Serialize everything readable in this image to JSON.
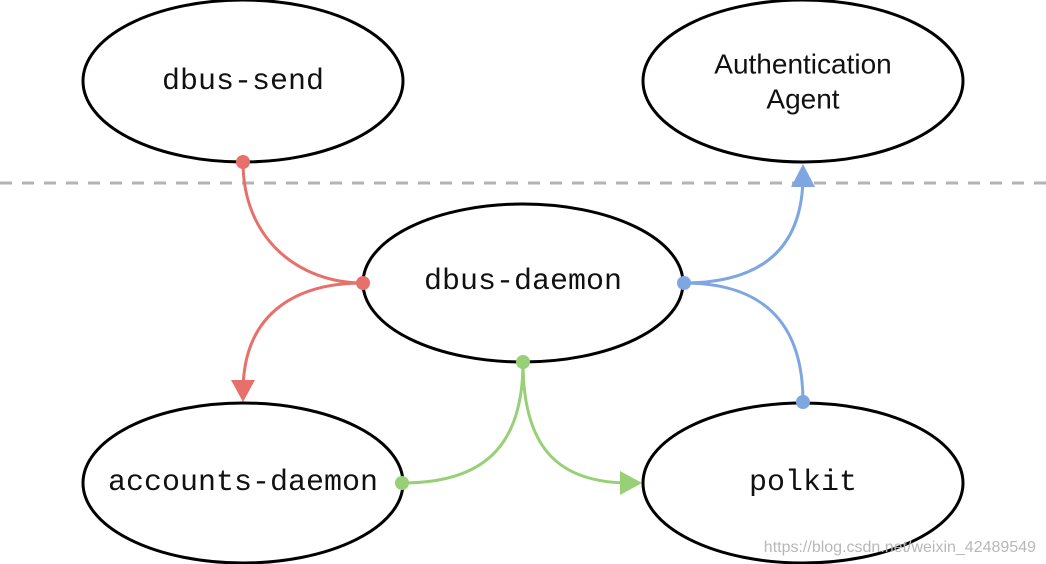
{
  "nodes": {
    "dbus_send": "dbus-send",
    "auth_agent_line1": "Authentication",
    "auth_agent_line2": "Agent",
    "dbus_daemon": "dbus-daemon",
    "accounts_daemon": "accounts-daemon",
    "polkit": "polkit"
  },
  "watermark": "https://blog.csdn.net/weixin_42489549",
  "colors": {
    "red_edge": "#e8706a",
    "blue_edge": "#7ea6e0",
    "green_edge": "#97d077",
    "node_stroke": "#000000",
    "boundary": "#b3b3b3"
  }
}
